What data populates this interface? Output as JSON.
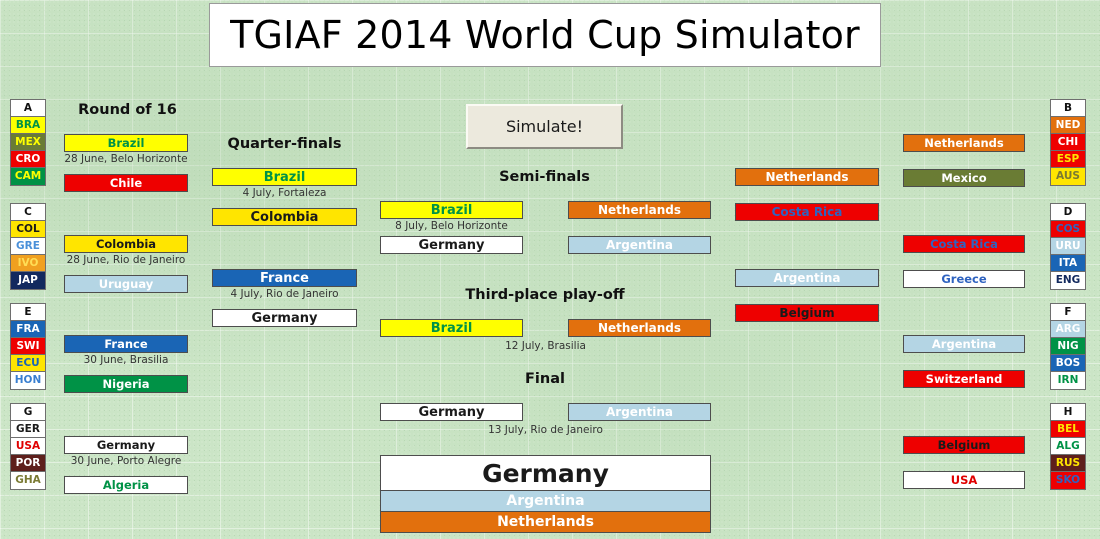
{
  "app": {
    "title": "TGIAF 2014 World Cup Simulator"
  },
  "controls": {
    "simulate_label": "Simulate!"
  },
  "headings": {
    "round_of_16": "Round of 16",
    "quarter_finals": "Quarter-finals",
    "semi_finals": "Semi-finals",
    "third_place": "Third-place play-off",
    "final": "Final"
  },
  "groups": [
    {
      "letter": "A",
      "teams": [
        {
          "code": "BRA",
          "bg": "#ffff00",
          "fg": "#009246"
        },
        {
          "code": "MEX",
          "bg": "#6a7c34",
          "fg": "#ffff00"
        },
        {
          "code": "CRO",
          "bg": "#ee0000",
          "fg": "#ffffff"
        },
        {
          "code": "CAM",
          "bg": "#009246",
          "fg": "#ffff00"
        }
      ]
    },
    {
      "letter": "C",
      "teams": [
        {
          "code": "COL",
          "bg": "#ffe500",
          "fg": "#1a1a1a"
        },
        {
          "code": "GRE",
          "bg": "#ffffff",
          "fg": "#4a90d9"
        },
        {
          "code": "IVO",
          "bg": "#f0a020",
          "fg": "#ffdd55"
        },
        {
          "code": "JAP",
          "bg": "#12295e",
          "fg": "#ffffff"
        }
      ]
    },
    {
      "letter": "E",
      "teams": [
        {
          "code": "FRA",
          "bg": "#1a65b5",
          "fg": "#ffffff"
        },
        {
          "code": "SWI",
          "bg": "#ee0000",
          "fg": "#ffffff"
        },
        {
          "code": "ECU",
          "bg": "#ffe500",
          "fg": "#1a65b5"
        },
        {
          "code": "HON",
          "bg": "#ffffff",
          "fg": "#3a7fd0"
        }
      ]
    },
    {
      "letter": "G",
      "teams": [
        {
          "code": "GER",
          "bg": "#ffffff",
          "fg": "#1a1a1a"
        },
        {
          "code": "USA",
          "bg": "#ffffff",
          "fg": "#e00000"
        },
        {
          "code": "POR",
          "bg": "#5e1f1c",
          "fg": "#ffffff"
        },
        {
          "code": "GHA",
          "bg": "#ffffff",
          "fg": "#7a7a33"
        }
      ]
    },
    {
      "letter": "B",
      "teams": [
        {
          "code": "NED",
          "bg": "#e2700d",
          "fg": "#ffffff"
        },
        {
          "code": "CHI",
          "bg": "#ee0000",
          "fg": "#ffffff"
        },
        {
          "code": "ESP",
          "bg": "#ee0000",
          "fg": "#ffe500"
        },
        {
          "code": "AUS",
          "bg": "#ffe500",
          "fg": "#7a7a33"
        }
      ]
    },
    {
      "letter": "D",
      "teams": [
        {
          "code": "COS",
          "bg": "#ee0000",
          "fg": "#2f63c0"
        },
        {
          "code": "URU",
          "bg": "#b4d5e4",
          "fg": "#ffffff"
        },
        {
          "code": "ITA",
          "bg": "#1a65b5",
          "fg": "#ffffff"
        },
        {
          "code": "ENG",
          "bg": "#ffffff",
          "fg": "#12295e"
        }
      ]
    },
    {
      "letter": "F",
      "teams": [
        {
          "code": "ARG",
          "bg": "#b4d5e4",
          "fg": "#ffffff"
        },
        {
          "code": "NIG",
          "bg": "#009246",
          "fg": "#ffffff"
        },
        {
          "code": "BOS",
          "bg": "#1a65b5",
          "fg": "#ffffff"
        },
        {
          "code": "IRN",
          "bg": "#ffffff",
          "fg": "#009246"
        }
      ]
    },
    {
      "letter": "H",
      "teams": [
        {
          "code": "BEL",
          "bg": "#ee0000",
          "fg": "#ffe500"
        },
        {
          "code": "ALG",
          "bg": "#ffffff",
          "fg": "#009246"
        },
        {
          "code": "RUS",
          "bg": "#5e1f1c",
          "fg": "#ffe500"
        },
        {
          "code": "SKO",
          "bg": "#ee0000",
          "fg": "#2f63c0"
        }
      ]
    }
  ],
  "bracket": {
    "r16_left": [
      {
        "top": "Brazil",
        "top_bg": "#ffff00",
        "top_fg": "#009246",
        "date": "28 June, Belo Horizonte",
        "bot": "Chile",
        "bot_bg": "#ee0000",
        "bot_fg": "#ffffff"
      },
      {
        "top": "Colombia",
        "top_bg": "#ffe500",
        "top_fg": "#1a1a1a",
        "date": "28 June, Rio de Janeiro",
        "bot": "Uruguay",
        "bot_bg": "#b4d5e4",
        "bot_fg": "#ffffff"
      },
      {
        "top": "France",
        "top_bg": "#1a65b5",
        "top_fg": "#ffffff",
        "date": "30 June, Brasilia",
        "bot": "Nigeria",
        "bot_bg": "#009246",
        "bot_fg": "#ffffff"
      },
      {
        "top": "Germany",
        "top_bg": "#ffffff",
        "top_fg": "#1a1a1a",
        "date": "30 June, Porto Alegre",
        "bot": "Algeria",
        "bot_bg": "#ffffff",
        "bot_fg": "#009246"
      }
    ],
    "r16_right": [
      {
        "top": "Netherlands",
        "top_bg": "#e2700d",
        "top_fg": "#ffffff",
        "bot": "Mexico",
        "bot_bg": "#6a7c34",
        "bot_fg": "#ffffff"
      },
      {
        "top": "Costa Rica",
        "top_bg": "#ee0000",
        "top_fg": "#2f63c0",
        "bot": "Greece",
        "bot_bg": "#ffffff",
        "bot_fg": "#2f63c0"
      },
      {
        "top": "Argentina",
        "top_bg": "#b4d5e4",
        "top_fg": "#ffffff",
        "bot": "Switzerland",
        "bot_bg": "#ee0000",
        "bot_fg": "#ffffff"
      },
      {
        "top": "Belgium",
        "top_bg": "#ee0000",
        "top_fg": "#1a1a1a",
        "bot": "USA",
        "bot_bg": "#ffffff",
        "bot_fg": "#e00000"
      }
    ],
    "qf_left": [
      {
        "top": "Brazil",
        "top_bg": "#ffff00",
        "top_fg": "#009246",
        "date": "4 July, Fortaleza",
        "bot": "Colombia",
        "bot_bg": "#ffe500",
        "bot_fg": "#1a1a1a"
      },
      {
        "top": "France",
        "top_bg": "#1a65b5",
        "top_fg": "#ffffff",
        "date": "4 July, Rio de Janeiro",
        "bot": "Germany",
        "bot_bg": "#ffffff",
        "bot_fg": "#1a1a1a"
      }
    ],
    "qf_right": [
      {
        "top": "Netherlands",
        "top_bg": "#e2700d",
        "top_fg": "#ffffff",
        "bot": "Costa Rica",
        "bot_bg": "#ee0000",
        "bot_fg": "#2f63c0"
      },
      {
        "top": "Argentina",
        "top_bg": "#b4d5e4",
        "top_fg": "#ffffff",
        "bot": "Belgium",
        "bot_bg": "#ee0000",
        "bot_fg": "#1a1a1a"
      }
    ],
    "sf_left": {
      "top": "Brazil",
      "top_bg": "#ffff00",
      "top_fg": "#009246",
      "date": "8 July, Belo Horizonte",
      "bot": "Germany",
      "bot_bg": "#ffffff",
      "bot_fg": "#1a1a1a"
    },
    "sf_right": {
      "top": "Netherlands",
      "top_bg": "#e2700d",
      "top_fg": "#ffffff",
      "bot": "Argentina",
      "bot_bg": "#b4d5e4",
      "bot_fg": "#ffffff"
    },
    "third_place": {
      "left": "Brazil",
      "left_bg": "#ffff00",
      "left_fg": "#009246",
      "right": "Netherlands",
      "right_bg": "#e2700d",
      "right_fg": "#ffffff",
      "date": "12 July, Brasilia"
    },
    "final": {
      "left": "Germany",
      "left_bg": "#ffffff",
      "left_fg": "#1a1a1a",
      "right": "Argentina",
      "right_bg": "#b4d5e4",
      "right_fg": "#ffffff",
      "date": "13 July, Rio de Janeiro"
    },
    "podium": [
      {
        "team": "Germany",
        "bg": "#ffffff",
        "fg": "#1a1a1a"
      },
      {
        "team": "Argentina",
        "bg": "#b4d5e4",
        "fg": "#ffffff"
      },
      {
        "team": "Netherlands",
        "bg": "#e2700d",
        "fg": "#ffffff"
      }
    ]
  }
}
